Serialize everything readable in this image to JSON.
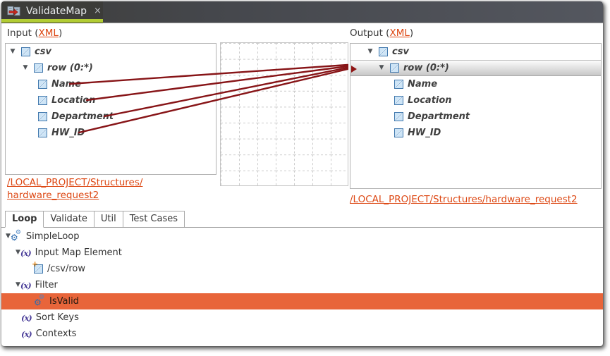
{
  "window": {
    "tab_title": "ValidateMap",
    "close_label": "×"
  },
  "colors": {
    "accent_green": "#b2cc34",
    "link_orange": "#dd4814",
    "wire_maroon": "#871417",
    "selection_orange": "#e8653a",
    "tabbar_dark": "#3c3c39"
  },
  "panels": {
    "input_prefix": "Input (",
    "input_link": "XML",
    "input_suffix": ")",
    "output_prefix": "Output (",
    "output_link": "XML",
    "output_suffix": ")"
  },
  "schema": {
    "input": {
      "items": [
        "csv",
        "row (0:*)",
        "Name",
        "Location",
        "Department",
        "HW_ID"
      ]
    },
    "output": {
      "items": [
        "csv",
        "row (0:*)",
        "Name",
        "Location",
        "Department",
        "HW_ID"
      ]
    }
  },
  "structures": {
    "input_line1": "/LOCAL_PROJECT/Structures/",
    "input_line2": "hardware_request2",
    "output": "/LOCAL_PROJECT/Structures/hardware_request2"
  },
  "bottom_tabs": {
    "items": [
      {
        "label": "Loop",
        "active": true
      },
      {
        "label": "Validate",
        "active": false
      },
      {
        "label": "Util",
        "active": false
      },
      {
        "label": "Test Cases",
        "active": false
      }
    ]
  },
  "loop_tree": {
    "items": [
      {
        "label": "SimpleLoop",
        "icon": "gears-icon",
        "expanded": true
      },
      {
        "label": "Input Map Element",
        "icon": "function-x-icon",
        "expanded": true
      },
      {
        "label": "/csv/row",
        "icon": "element-plus-icon"
      },
      {
        "label": "Filter",
        "icon": "function-x-icon",
        "expanded": true
      },
      {
        "label": "IsValid",
        "icon": "gears-icon",
        "selected": true
      },
      {
        "label": "Sort Keys",
        "icon": "function-x-icon"
      },
      {
        "label": "Contexts",
        "icon": "function-x-icon"
      }
    ]
  }
}
